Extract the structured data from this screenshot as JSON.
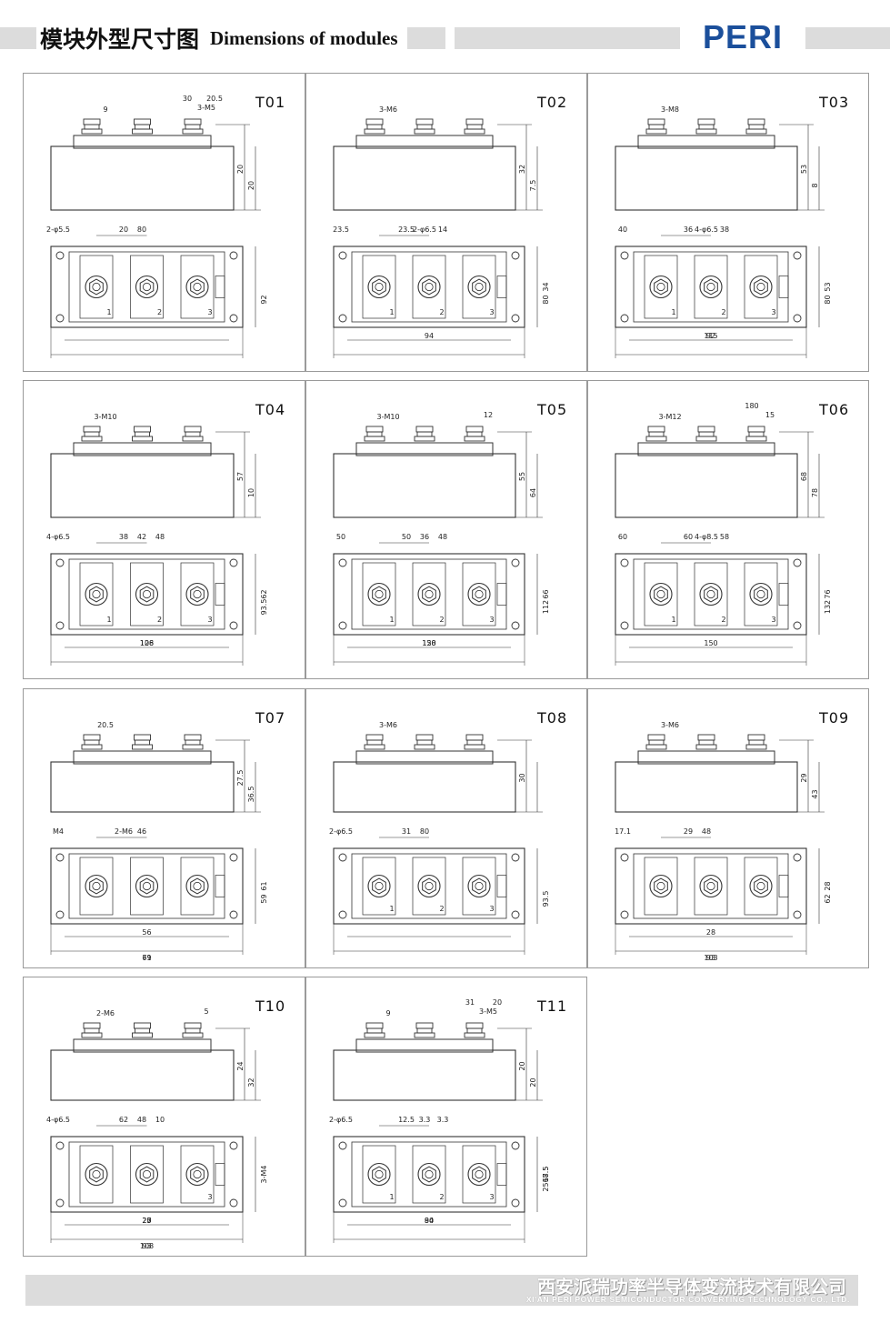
{
  "header": {
    "title_cn": "模块外型尺寸图",
    "title_en": "Dimensions of modules",
    "logo": "PERI",
    "brand_color": "#1b4f9b"
  },
  "modules": [
    {
      "id": "T01",
      "side": [
        "9",
        "20",
        "20",
        "3-M5",
        "30",
        "20.5"
      ],
      "top": [
        "2-φ5.5",
        "20",
        "80",
        "92",
        "1",
        "2",
        "3"
      ]
    },
    {
      "id": "T02",
      "side": [
        "3-M6",
        "32",
        "7.5"
      ],
      "top": [
        "23.5",
        "23.5",
        "2-φ6.5",
        "14",
        "34",
        "80",
        "94",
        "1",
        "2",
        "3"
      ]
    },
    {
      "id": "T03",
      "side": [
        "3-M8",
        "53",
        "8"
      ],
      "top": [
        "40",
        "36",
        "4-φ6.5",
        "38",
        "53",
        "80",
        "92",
        "115",
        "3",
        "2",
        "1"
      ]
    },
    {
      "id": "T04",
      "side": [
        "3-M10",
        "57",
        "10"
      ],
      "top": [
        "4-φ6.5",
        "38",
        "42",
        "48",
        "62",
        "93.5",
        "108",
        "126",
        "3",
        "2",
        "1"
      ]
    },
    {
      "id": "T05",
      "side": [
        "3-M10",
        "55",
        "64",
        "12"
      ],
      "top": [
        "50",
        "50",
        "36",
        "48",
        "66",
        "112",
        "128",
        "150",
        "3",
        "2",
        "1"
      ]
    },
    {
      "id": "T06",
      "side": [
        "3-M12",
        "68",
        "78",
        "15",
        "180"
      ],
      "top": [
        "60",
        "60",
        "4-φ8.5",
        "58",
        "76",
        "132",
        "150",
        "1",
        "2",
        "3"
      ]
    },
    {
      "id": "T07",
      "side": [
        "20.5",
        "27.5",
        "36.5"
      ],
      "top": [
        "M4",
        "2-M6",
        "46",
        "59",
        "61",
        "56",
        "69",
        "71"
      ]
    },
    {
      "id": "T08",
      "side": [
        "3-M6",
        "30"
      ],
      "top": [
        "2-φ6.5",
        "31",
        "80",
        "93.5",
        "1",
        "2",
        "3"
      ]
    },
    {
      "id": "T09",
      "side": [
        "3-M6",
        "29",
        "43"
      ],
      "top": [
        "17.1",
        "29",
        "48",
        "62",
        "28",
        "28",
        "93",
        "103"
      ]
    },
    {
      "id": "T10",
      "side": [
        "2-M6",
        "24",
        "32",
        "5"
      ],
      "top": [
        "4-φ6.5",
        "62",
        "48",
        "10",
        "3-M4",
        "3",
        "27",
        "25",
        "20",
        "93",
        "108"
      ]
    },
    {
      "id": "T11",
      "side": [
        "9",
        "20",
        "20",
        "3-M5",
        "31",
        "20"
      ],
      "top": [
        "2-φ6.5",
        "12.5",
        "3.3",
        "3.3",
        "18.5",
        "25",
        "67.5",
        "80",
        "94",
        "1",
        "2",
        "3"
      ]
    }
  ],
  "footer": {
    "company_cn": "西安派瑞功率半导体变流技术有限公司",
    "company_en": "XI'AN PERI POWER SEMICONDUCTOR CONVERTING TECHNOLOGY CO., LTD."
  }
}
